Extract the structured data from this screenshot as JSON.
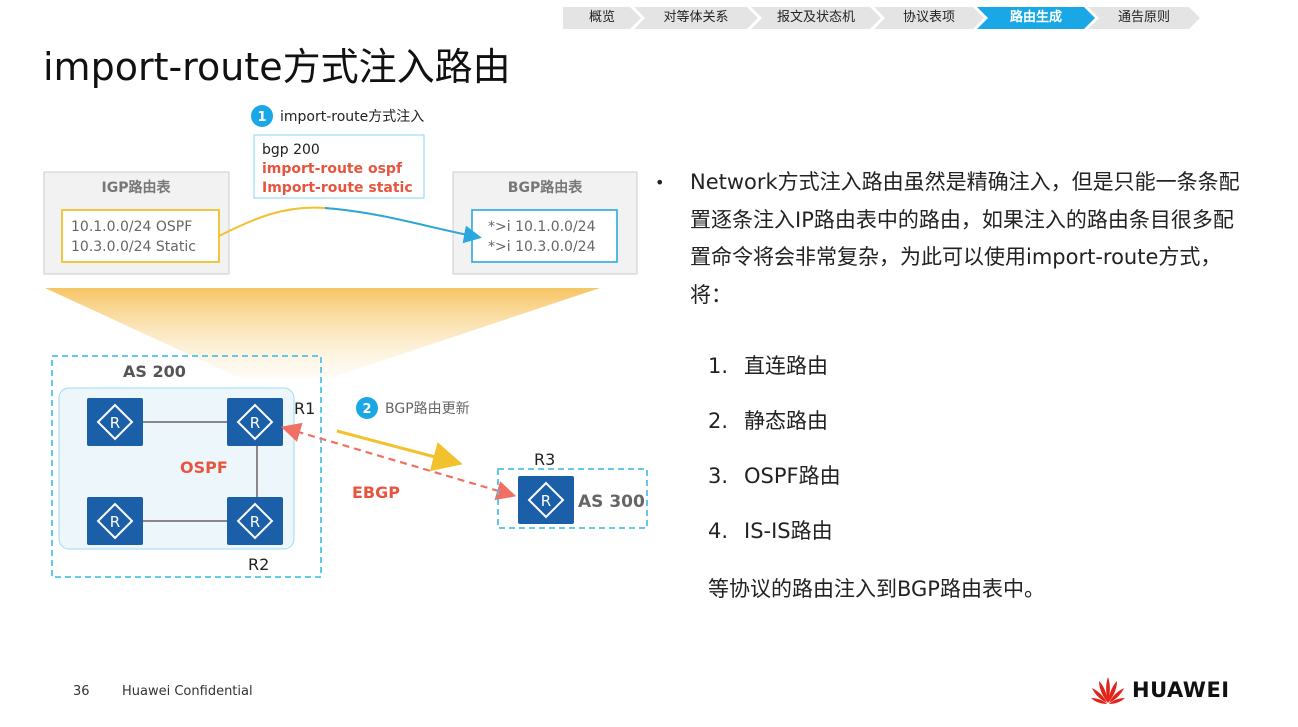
{
  "nav": {
    "items": [
      {
        "label": "概览",
        "active": false
      },
      {
        "label": "对等体关系",
        "active": false
      },
      {
        "label": "报文及状态机",
        "active": false
      },
      {
        "label": "协议表项",
        "active": false
      },
      {
        "label": "路由生成",
        "active": true
      },
      {
        "label": "通告原则",
        "active": false
      }
    ]
  },
  "title": "import-route方式注入路由",
  "diagram": {
    "step1": {
      "num": "1",
      "label": "import-route方式注入"
    },
    "config": {
      "line1": "bgp 200",
      "line2": "import-route ospf",
      "line3": "Import-route static"
    },
    "igp_table": {
      "title": "IGP路由表",
      "row1": "10.1.0.0/24  OSPF",
      "row2": "10.3.0.0/24  Static"
    },
    "bgp_table": {
      "title": "BGP路由表",
      "row1": "*>i  10.1.0.0/24",
      "row2": "*>i  10.3.0.0/24"
    },
    "as200": "AS 200",
    "as300": "AS 300",
    "ospf": "OSPF",
    "ebgp": "EBGP",
    "r1": "R1",
    "r2": "R2",
    "r3": "R3",
    "router_glyph": "R",
    "step2": {
      "num": "2",
      "label": "BGP路由更新"
    }
  },
  "content": {
    "bullet": "Network方式注入路由虽然是精确注入，但是只能一条条配置逐条注入IP路由表中的路由，如果注入的路由条目很多配置命令将会非常复杂，为此可以使用import-route方式，将：",
    "list": [
      {
        "num": "1.",
        "text": "直连路由"
      },
      {
        "num": "2.",
        "text": "静态路由"
      },
      {
        "num": "3.",
        "text": "OSPF路由"
      },
      {
        "num": "4.",
        "text": "IS-IS路由"
      }
    ],
    "closing": "等协议的路由注入到BGP路由表中。"
  },
  "footer": {
    "page": "36",
    "confidential": "Huawei Confidential",
    "brand": "HUAWEI"
  },
  "colors": {
    "accent": "#19a8e5",
    "router": "#1b5fa8",
    "config_red": "#e8553e",
    "igp_yellow": "#f2c12e",
    "dashed_blue": "#4fc3e8"
  }
}
